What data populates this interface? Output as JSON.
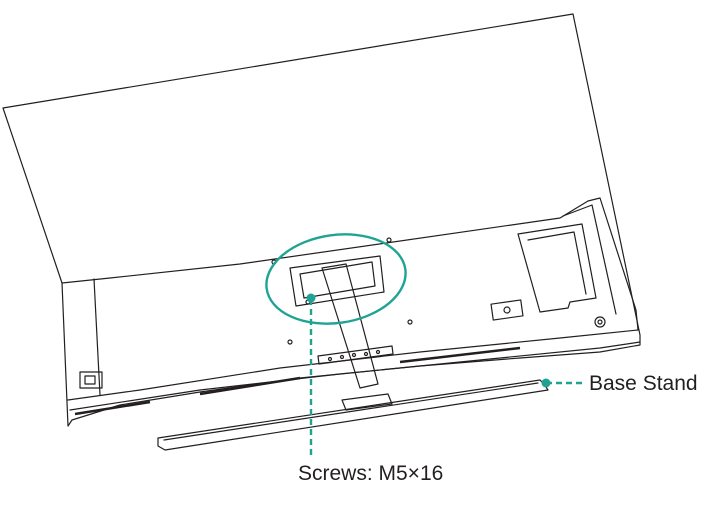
{
  "labels": {
    "base_stand": "Base Stand",
    "screws": "Screws: M5×16"
  },
  "colors": {
    "line": "#231f20",
    "callout": "#1fa494",
    "background": "#ffffff"
  },
  "icons": {
    "callout_circle": "screw-area-highlight",
    "leader_dot": "leader-dot"
  }
}
